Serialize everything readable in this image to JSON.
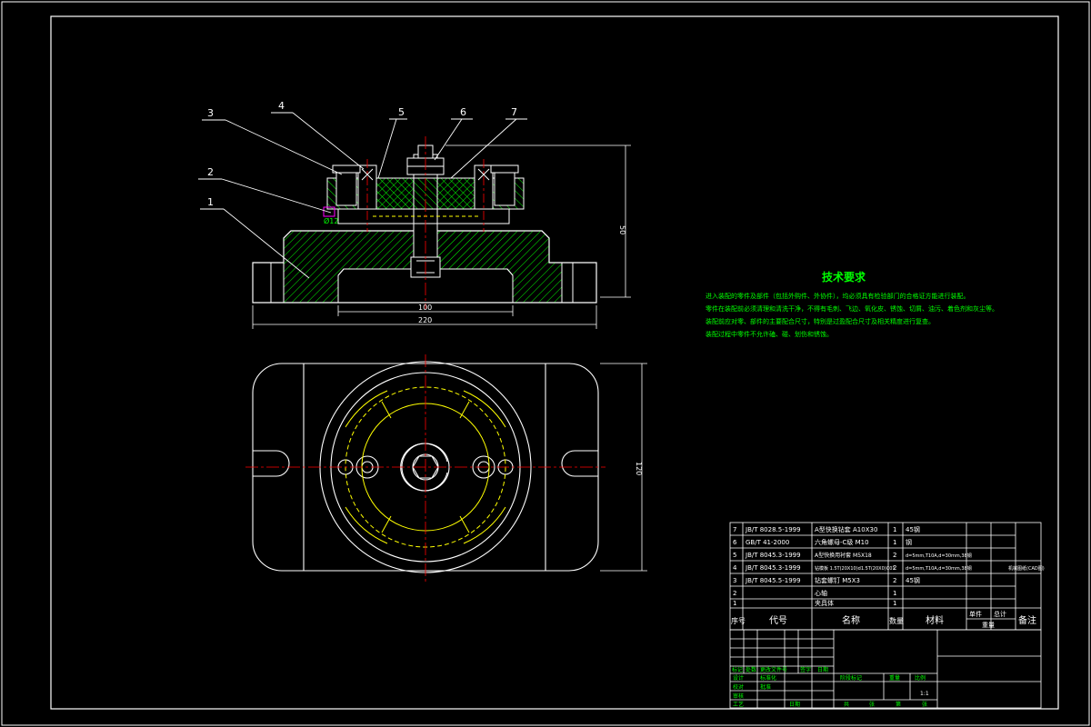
{
  "colors": {
    "background": "#000000",
    "outline": "#ffffff",
    "hatch": "#00ff00",
    "centerline": "#ff0000",
    "hidden": "#ffff00",
    "dimension": "#ffffff",
    "note_text": "#00ff00",
    "accent": "#ff00ff",
    "table_line": "#ffffff"
  },
  "balloons": [
    "1",
    "2",
    "3",
    "4",
    "5",
    "6",
    "7"
  ],
  "dimensions": {
    "height": "50",
    "inner_width": "100",
    "overall_width": "220",
    "plan_height": "120",
    "fit_label": "Ø12"
  },
  "tech_requirements": {
    "title": "技术要求",
    "lines": [
      "进入装配的零件及部件（包括外购件、外协件），均必须具有检验部门的合格证方能进行装配。",
      "零件在装配前必须清理和清洗干净，不得有毛刺、飞边、氧化皮、锈蚀、切屑、油污、着色剂和灰尘等。",
      "装配前应对零、部件的主要配合尺寸，特别是过盈配合尺寸及相关精度进行复查。",
      "装配过程中零件不允许磕、碰、划伤和锈蚀。"
    ]
  },
  "bom": {
    "rows": [
      {
        "no": "7",
        "code": "JB/T 8028.5-1999",
        "name": "A型快换钻套 A10X30",
        "qty": "1",
        "material": "45钢",
        "note": ""
      },
      {
        "no": "6",
        "code": "GB/T 41-2000",
        "name": "六角螺母-C级 M10",
        "qty": "1",
        "material": "钢",
        "note": ""
      },
      {
        "no": "5",
        "code": "JB/T 8045.3-1999",
        "name": "A型快换用衬套 M5X18",
        "qty": "2",
        "material": "d=5mm,T10A,d=30mm,38钢",
        "note": ""
      },
      {
        "no": "4",
        "code": "JB/T 8045.3-1999",
        "name": "钻模板 1.5T(20X10)d1.5T(20X0)C01",
        "qty": "2",
        "material": "d=5mm,T10A,d=30mm,38钢",
        "note": "机械图纸(CAD图)"
      },
      {
        "no": "3",
        "code": "JB/T 8045.5-1999",
        "name": "钻套螺钉 M5X3",
        "qty": "2",
        "material": "45钢",
        "note": ""
      },
      {
        "no": "2",
        "code": "",
        "name": "心轴",
        "qty": "1",
        "material": "",
        "note": ""
      },
      {
        "no": "1",
        "code": "",
        "name": "夹具体",
        "qty": "1",
        "material": "",
        "note": ""
      }
    ],
    "header": {
      "no": "序号",
      "code": "代号",
      "name": "名称",
      "qty": "数量",
      "material": "材料",
      "unit_weight": "单件",
      "total_weight": "总计",
      "weight": "重量",
      "note": "备注"
    }
  },
  "title_block": {
    "rev_labels": [
      "标记",
      "处数",
      "更改文件号",
      "签字",
      "日期"
    ],
    "roles": [
      "设计",
      "校对",
      "审核",
      "工艺",
      "标准化",
      "批准"
    ],
    "stage_labels": [
      "阶段标记",
      "重量",
      "比例"
    ],
    "scale": "1:1",
    "sheet_labels": [
      "共",
      "张",
      "第",
      "张"
    ],
    "date_label": "日期"
  }
}
